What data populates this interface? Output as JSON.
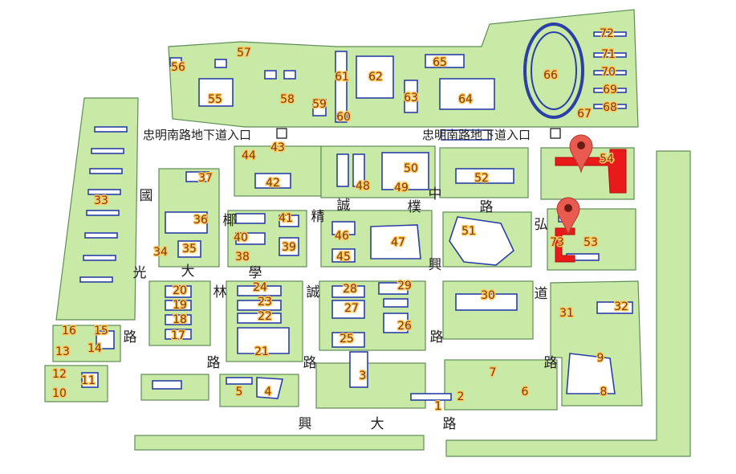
{
  "colors": {
    "block": "#c9eaa6",
    "building_outline": "#2b3fa6",
    "selected": "#e81a1a",
    "marker": "#e95b50"
  },
  "entrances": [
    "忠明南路地下道入口",
    "忠明南路地下道入口"
  ],
  "streets": [
    {
      "chars": [
        "國",
        "光",
        "路"
      ]
    },
    {
      "chars": [
        "大",
        "學",
        "路"
      ]
    },
    {
      "chars": [
        "椰",
        "林",
        "路"
      ]
    },
    {
      "chars": [
        "誠",
        "樸",
        "中"
      ]
    },
    {
      "chars": [
        "精",
        "誠",
        "路"
      ]
    },
    {
      "chars": [
        "興",
        "路"
      ]
    },
    {
      "chars": [
        "路",
        "弘",
        "道"
      ]
    },
    {
      "chars": [
        "路"
      ]
    },
    {
      "chars": [
        "興",
        "大",
        "路"
      ]
    }
  ],
  "buildings": [
    "1",
    "2",
    "3",
    "4",
    "5",
    "6",
    "7",
    "8",
    "9",
    "10",
    "11",
    "12",
    "13",
    "14",
    "15",
    "16",
    "17",
    "18",
    "19",
    "20",
    "21",
    "22",
    "23",
    "24",
    "25",
    "26",
    "27",
    "28",
    "29",
    "30",
    "31",
    "32",
    "33",
    "34",
    "35",
    "36",
    "37",
    "38",
    "39",
    "40",
    "41",
    "42",
    "43",
    "44",
    "45",
    "46",
    "47",
    "48",
    "49",
    "50",
    "51",
    "52",
    "53",
    "54",
    "55",
    "56",
    "57",
    "58",
    "59",
    "60",
    "61",
    "62",
    "63",
    "64",
    "65",
    "66",
    "67",
    "68",
    "69",
    "70",
    "71",
    "72",
    "73"
  ],
  "markers": [
    {
      "icon": "map-pin-icon",
      "building": "54"
    },
    {
      "icon": "map-pin-icon",
      "building": "73"
    }
  ]
}
